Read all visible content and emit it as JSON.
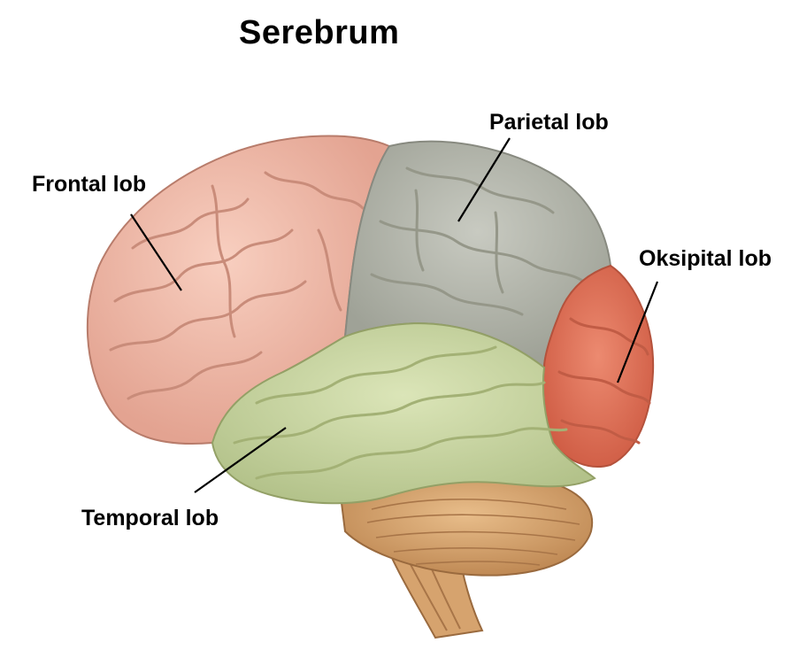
{
  "title": "Serebrum",
  "labels": {
    "frontal": "Frontal lob",
    "parietal": "Parietal lob",
    "oksipital": "Oksipital lob",
    "temporal": "Temporal lob"
  },
  "colors": {
    "frontal": "#f0b8a6",
    "parietal": "#b6b8ae",
    "oksipital": "#e0735a",
    "temporal": "#c9d6a2",
    "cerebellum": "#d9a874",
    "brainstem": "#d6a36e"
  }
}
